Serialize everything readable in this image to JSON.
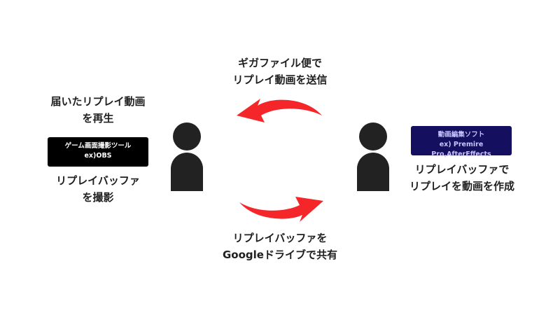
{
  "colors": {
    "person": "#222222",
    "arrow": "#f5262a",
    "left_box_bg": "#000000",
    "left_box_text": "#ffffff",
    "right_box_bg": "#140f5e",
    "right_box_text": "#c8c2ff"
  },
  "top_label": {
    "line1": "ギガファイル便で",
    "line2": "リプレイ動画を送信"
  },
  "bottom_label": {
    "line1": "リプレイバッファを",
    "line2": "Googleドライブで共有"
  },
  "left": {
    "top_label": {
      "line1": "届いたリプレイ動画",
      "line2": "を再生"
    },
    "tool_box": {
      "line1": "ゲーム画面撮影ツール",
      "line2": "ex)OBS"
    },
    "bottom_label": {
      "line1": "リプレイバッファ",
      "line2": "を撮影"
    }
  },
  "right": {
    "tool_box": {
      "line1": "動画編集ソフト",
      "line2": "ex) Premire Pro,AfterEffects"
    },
    "bottom_label": {
      "line1": "リプレイバッファで",
      "line2": "リプレイを動画を作成"
    }
  },
  "icons": {
    "left_person": "person-icon",
    "right_person": "person-icon",
    "top_arrow": "arrow-left-curved-icon",
    "bottom_arrow": "arrow-right-curved-icon"
  }
}
